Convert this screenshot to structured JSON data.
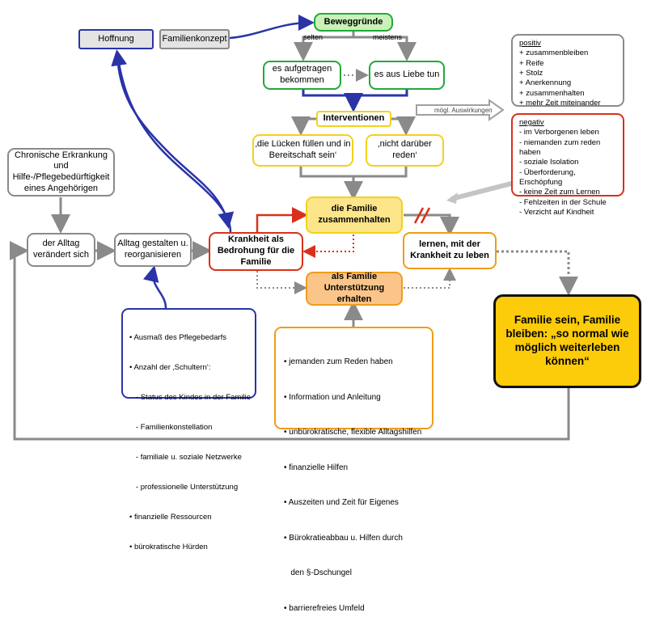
{
  "nodes": {
    "beweggruende": "Beweggründe",
    "hoffnung": "Hoffnung",
    "familienkonzept": "Familienkonzept",
    "aufgetragen": "es aufgetragen bekommen",
    "liebe": "es aus Liebe tun",
    "interventionen": "Interventionen",
    "luecken": "‚die Lücken füllen und in Bereitschaft sein‘",
    "nicht_reden": "‚nicht darüber reden‘",
    "chronisch": "Chronische Erkrankung und Hilfe-/Pflegebedürftigkeit eines Angehörigen",
    "alltag_veraendert": "der Alltag verändert sich",
    "alltag_gestalten": "Alltag gestalten u. reorganisieren",
    "krankheit": "Krankheit als Bedrohung für die Familie",
    "zusammenhalten": "die Familie zusammenhalten",
    "lernen": "lernen, mit der Krankheit zu leben",
    "unterstuetzung": "als Familie Unterstützung erhalten",
    "familie_sein": "Familie sein, Familie bleiben: „so normal wie möglich weiterleben können“"
  },
  "edge_labels": {
    "selten": "selten",
    "meistens": "meistens",
    "auswirkungen": "mögl. Auswirkungen"
  },
  "positiv": {
    "title": "positiv",
    "items": [
      "+ zusammenbleiben",
      "+ Reife",
      "+ Stolz",
      "+ Anerkennung",
      "+ zusammenhalten",
      "+ mehr Zeit  miteinander"
    ]
  },
  "negativ": {
    "title": "negativ",
    "items": [
      "- im Verborgenen leben",
      "- niemanden zum reden haben",
      "- soziale Isolation",
      "- Überforderung, Erschöpfung",
      "- keine Zeit zum Lernen",
      "- Fehlzeiten in der Schule",
      "- Verzicht auf Kindheit"
    ]
  },
  "faktoren": {
    "items": [
      "• Ausmaß des Pflegebedarfs",
      "• Anzahl der ‚Schultern‘:",
      "   - Status des Kindes in der Familie",
      "   - Familienkonstellation",
      "   - familiale u. soziale Netzwerke",
      "   - professionelle Unterstützung",
      "• finanzielle Ressourcen",
      "• bürokratische Hürden"
    ]
  },
  "hilfen": {
    "items": [
      "• jemanden zum Reden haben",
      "• Information und Anleitung",
      "• unbürokratische, flexible Alltagshilfen",
      "• finanzielle Hilfen",
      "• Auszeiten und Zeit für Eigenes",
      "• Bürokratieabbau u. Hilfen durch",
      "   den §-Dschungel",
      "• barrierefreies Umfeld"
    ]
  }
}
